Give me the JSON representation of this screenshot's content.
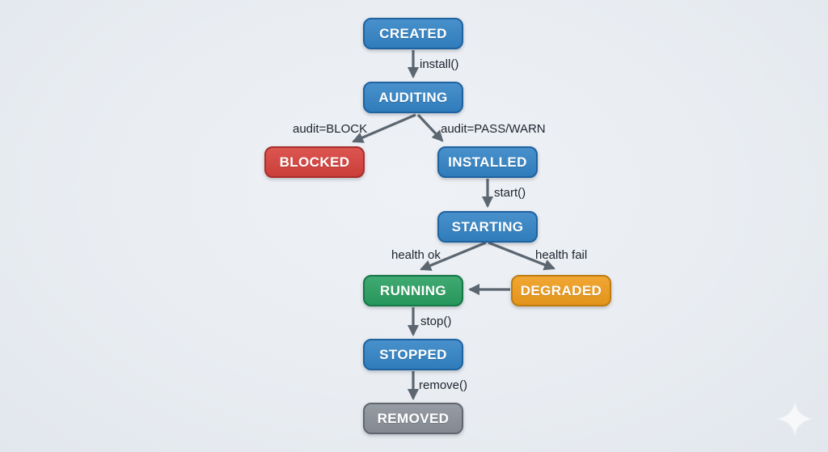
{
  "diagram": {
    "type": "state-diagram",
    "nodes": [
      {
        "id": "created",
        "label": "CREATED",
        "color": "blue"
      },
      {
        "id": "auditing",
        "label": "AUDITING",
        "color": "blue"
      },
      {
        "id": "blocked",
        "label": "BLOCKED",
        "color": "red"
      },
      {
        "id": "installed",
        "label": "INSTALLED",
        "color": "blue"
      },
      {
        "id": "starting",
        "label": "STARTING",
        "color": "blue"
      },
      {
        "id": "running",
        "label": "RUNNING",
        "color": "green"
      },
      {
        "id": "degraded",
        "label": "DEGRADED",
        "color": "orange"
      },
      {
        "id": "stopped",
        "label": "STOPPED",
        "color": "blue"
      },
      {
        "id": "removed",
        "label": "REMOVED",
        "color": "gray"
      }
    ],
    "edges": [
      {
        "from": "created",
        "to": "auditing",
        "label": "install()"
      },
      {
        "from": "auditing",
        "to": "blocked",
        "label": "audit=BLOCK"
      },
      {
        "from": "auditing",
        "to": "installed",
        "label": "audit=PASS/WARN"
      },
      {
        "from": "installed",
        "to": "starting",
        "label": "start()"
      },
      {
        "from": "starting",
        "to": "running",
        "label": "health ok"
      },
      {
        "from": "starting",
        "to": "degraded",
        "label": "health fail"
      },
      {
        "from": "degraded",
        "to": "running",
        "label": ""
      },
      {
        "from": "running",
        "to": "stopped",
        "label": "stop()"
      },
      {
        "from": "stopped",
        "to": "removed",
        "label": "remove()"
      }
    ],
    "colors": {
      "node_blue": "#3384c6",
      "node_blue_border": "#1f62a0",
      "node_red": "#d8423d",
      "node_red_border": "#a82e2b",
      "node_green": "#2aa061",
      "node_green_border": "#167747",
      "node_orange": "#f09d1d",
      "node_orange_border": "#bf7c0e",
      "node_gray": "#8b919a",
      "node_gray_border": "#62676e",
      "node_label_text": "#ffffff",
      "edge_label_text": "#1d232d",
      "arrow": "#5c6670",
      "background": "#e9edf2"
    }
  },
  "watermark": {
    "icon": "sparkle-icon"
  }
}
